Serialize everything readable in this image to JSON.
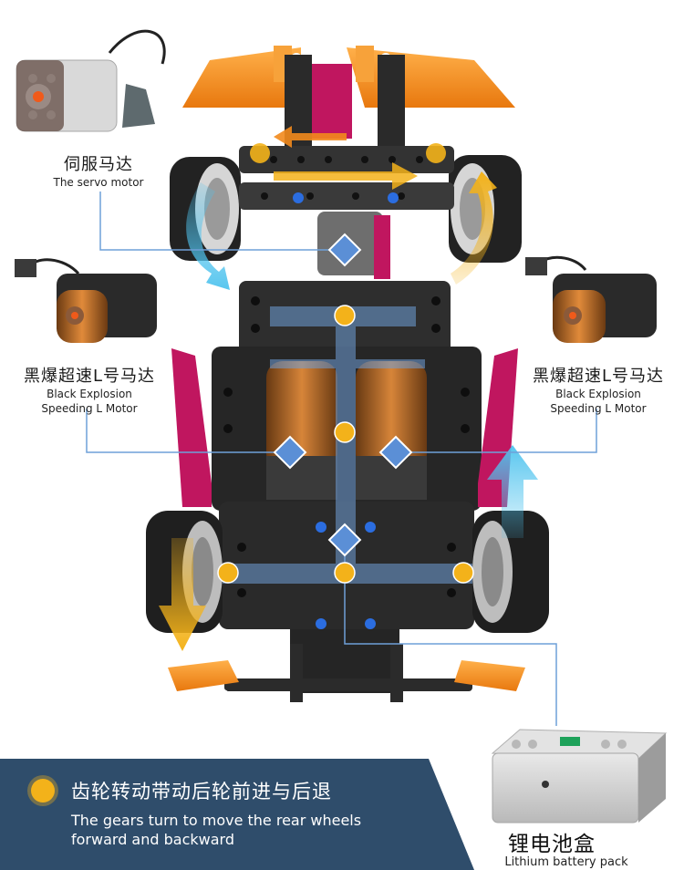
{
  "labels": {
    "servo": {
      "zh": "伺服马达",
      "en": "The servo motor"
    },
    "motor_left": {
      "zh": "黑爆超速L号马达",
      "en1": "Black Explosion",
      "en2": "Speeding L Motor"
    },
    "motor_right": {
      "zh": "黑爆超速L号马达",
      "en1": "Black Explosion",
      "en2": "Speeding L Motor"
    },
    "battery": {
      "zh": "锂电池盒",
      "en": "Lithium battery pack"
    }
  },
  "banner": {
    "zh": "齿轮转动带动后轮前进与后退",
    "en1": "The gears turn to move the rear wheels",
    "en2": "forward and backward"
  },
  "colors": {
    "orange": "#f28a1c",
    "magenta": "#c0165f",
    "gear_yellow": "#f3b21a",
    "arrow_blue": "#4fc3ee",
    "marker_blue": "#5b8fd6",
    "banner_bg": "#2f4d6b",
    "frame_dark": "#2a2a2a"
  }
}
